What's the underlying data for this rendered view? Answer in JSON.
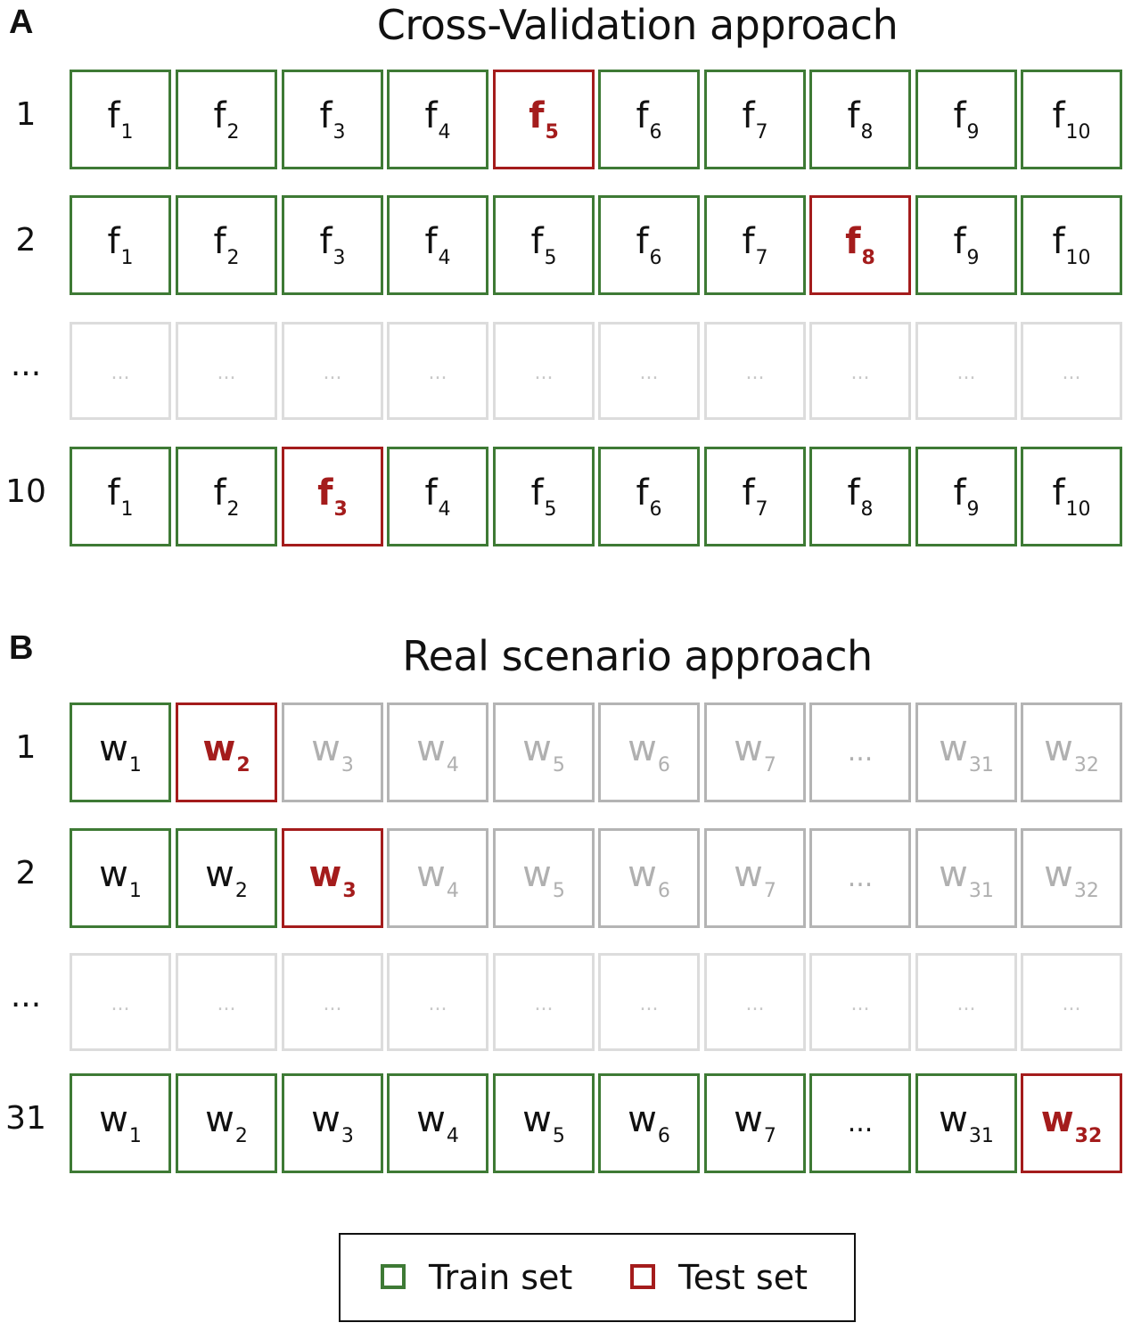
{
  "colors": {
    "train": "#3e7a35",
    "test": "#a41c1c",
    "future": "#b4b4b4",
    "placeholder": "#dcdcdc"
  },
  "panel_a": {
    "letter": "A",
    "title": "Cross-Validation approach",
    "rows": [
      {
        "label": "1",
        "kind": "cells",
        "cells": [
          {
            "base": "f",
            "sub": "1",
            "state": "train"
          },
          {
            "base": "f",
            "sub": "2",
            "state": "train"
          },
          {
            "base": "f",
            "sub": "3",
            "state": "train"
          },
          {
            "base": "f",
            "sub": "4",
            "state": "train"
          },
          {
            "base": "f",
            "sub": "5",
            "state": "test"
          },
          {
            "base": "f",
            "sub": "6",
            "state": "train"
          },
          {
            "base": "f",
            "sub": "7",
            "state": "train"
          },
          {
            "base": "f",
            "sub": "8",
            "state": "train"
          },
          {
            "base": "f",
            "sub": "9",
            "state": "train"
          },
          {
            "base": "f",
            "sub": "10",
            "state": "train"
          }
        ]
      },
      {
        "label": "2",
        "kind": "cells",
        "cells": [
          {
            "base": "f",
            "sub": "1",
            "state": "train"
          },
          {
            "base": "f",
            "sub": "2",
            "state": "train"
          },
          {
            "base": "f",
            "sub": "3",
            "state": "train"
          },
          {
            "base": "f",
            "sub": "4",
            "state": "train"
          },
          {
            "base": "f",
            "sub": "5",
            "state": "train"
          },
          {
            "base": "f",
            "sub": "6",
            "state": "train"
          },
          {
            "base": "f",
            "sub": "7",
            "state": "train"
          },
          {
            "base": "f",
            "sub": "8",
            "state": "test"
          },
          {
            "base": "f",
            "sub": "9",
            "state": "train"
          },
          {
            "base": "f",
            "sub": "10",
            "state": "train"
          }
        ]
      },
      {
        "label": "...",
        "kind": "placeholder",
        "cell_text": "...",
        "count": 10
      },
      {
        "label": "10",
        "kind": "cells",
        "cells": [
          {
            "base": "f",
            "sub": "1",
            "state": "train"
          },
          {
            "base": "f",
            "sub": "2",
            "state": "train"
          },
          {
            "base": "f",
            "sub": "3",
            "state": "test"
          },
          {
            "base": "f",
            "sub": "4",
            "state": "train"
          },
          {
            "base": "f",
            "sub": "5",
            "state": "train"
          },
          {
            "base": "f",
            "sub": "6",
            "state": "train"
          },
          {
            "base": "f",
            "sub": "7",
            "state": "train"
          },
          {
            "base": "f",
            "sub": "8",
            "state": "train"
          },
          {
            "base": "f",
            "sub": "9",
            "state": "train"
          },
          {
            "base": "f",
            "sub": "10",
            "state": "train"
          }
        ]
      }
    ]
  },
  "panel_b": {
    "letter": "B",
    "title": "Real scenario approach",
    "rows": [
      {
        "label": "1",
        "kind": "cells",
        "cells": [
          {
            "base": "w",
            "sub": "1",
            "state": "train"
          },
          {
            "base": "w",
            "sub": "2",
            "state": "test"
          },
          {
            "base": "w",
            "sub": "3",
            "state": "future"
          },
          {
            "base": "w",
            "sub": "4",
            "state": "future"
          },
          {
            "base": "w",
            "sub": "5",
            "state": "future"
          },
          {
            "base": "w",
            "sub": "6",
            "state": "future"
          },
          {
            "base": "w",
            "sub": "7",
            "state": "future"
          },
          {
            "base": "...",
            "sub": "",
            "state": "future"
          },
          {
            "base": "w",
            "sub": "31",
            "state": "future"
          },
          {
            "base": "w",
            "sub": "32",
            "state": "future"
          }
        ]
      },
      {
        "label": "2",
        "kind": "cells",
        "cells": [
          {
            "base": "w",
            "sub": "1",
            "state": "train"
          },
          {
            "base": "w",
            "sub": "2",
            "state": "train"
          },
          {
            "base": "w",
            "sub": "3",
            "state": "test"
          },
          {
            "base": "w",
            "sub": "4",
            "state": "future"
          },
          {
            "base": "w",
            "sub": "5",
            "state": "future"
          },
          {
            "base": "w",
            "sub": "6",
            "state": "future"
          },
          {
            "base": "w",
            "sub": "7",
            "state": "future"
          },
          {
            "base": "...",
            "sub": "",
            "state": "future"
          },
          {
            "base": "w",
            "sub": "31",
            "state": "future"
          },
          {
            "base": "w",
            "sub": "32",
            "state": "future"
          }
        ]
      },
      {
        "label": "...",
        "kind": "placeholder",
        "cell_text": "...",
        "count": 10
      },
      {
        "label": "31",
        "kind": "cells",
        "cells": [
          {
            "base": "w",
            "sub": "1",
            "state": "train"
          },
          {
            "base": "w",
            "sub": "2",
            "state": "train"
          },
          {
            "base": "w",
            "sub": "3",
            "state": "train"
          },
          {
            "base": "w",
            "sub": "4",
            "state": "train"
          },
          {
            "base": "w",
            "sub": "5",
            "state": "train"
          },
          {
            "base": "w",
            "sub": "6",
            "state": "train"
          },
          {
            "base": "w",
            "sub": "7",
            "state": "train"
          },
          {
            "base": "...",
            "sub": "",
            "state": "train"
          },
          {
            "base": "w",
            "sub": "31",
            "state": "train"
          },
          {
            "base": "w",
            "sub": "32",
            "state": "test"
          }
        ]
      }
    ]
  },
  "legend": {
    "train_label": "Train set",
    "test_label": "Test set"
  }
}
